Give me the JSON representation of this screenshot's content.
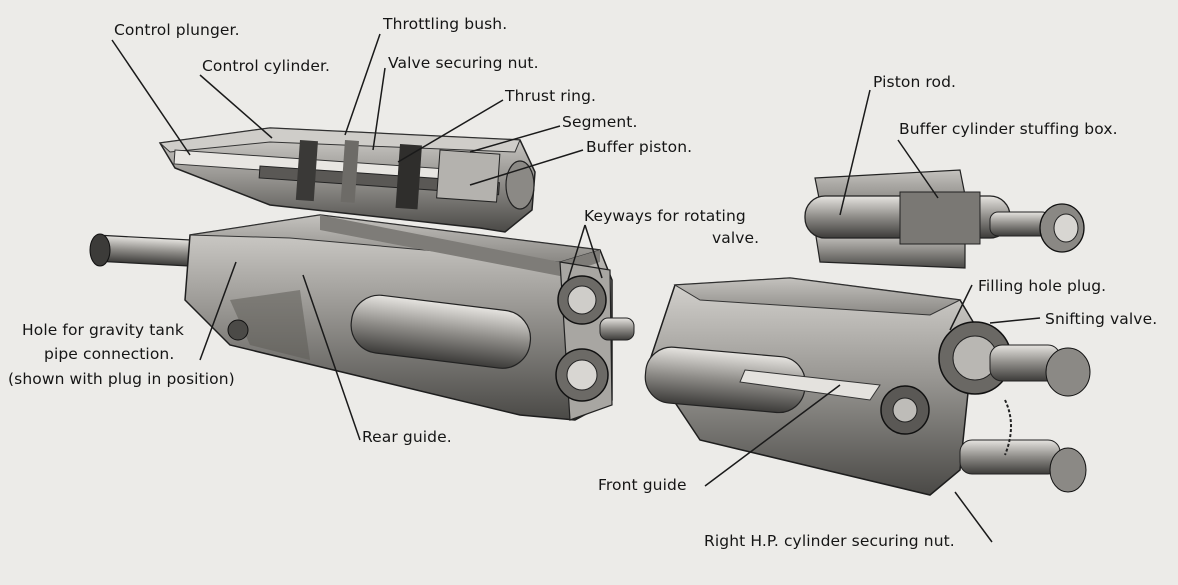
{
  "labels": {
    "control_plunger": "Control plunger.",
    "control_cylinder": "Control cylinder.",
    "throttling_bush": "Throttling  bush.",
    "valve_securing_nut": "Valve securing nut.",
    "thrust_ring": "Thrust ring.",
    "segment": "Segment.",
    "buffer_piston": "Buffer piston.",
    "keyways_line1": "Keyways for rotating",
    "keyways_line2": "valve.",
    "piston_rod": "Piston rod.",
    "buffer_stuffing_box": "Buffer cylinder stuffing  box.",
    "filling_hole_plug": "Filling hole plug.",
    "snifting_valve": "Snifting valve.",
    "gravity_line1": "Hole for gravity tank",
    "gravity_line2": "pipe  connection.",
    "gravity_line3": "(shown with plug in position)",
    "rear_guide": "Rear guide.",
    "front_guide": "Front guide",
    "right_hp_nut": "Right H.P. cylinder securing nut."
  }
}
